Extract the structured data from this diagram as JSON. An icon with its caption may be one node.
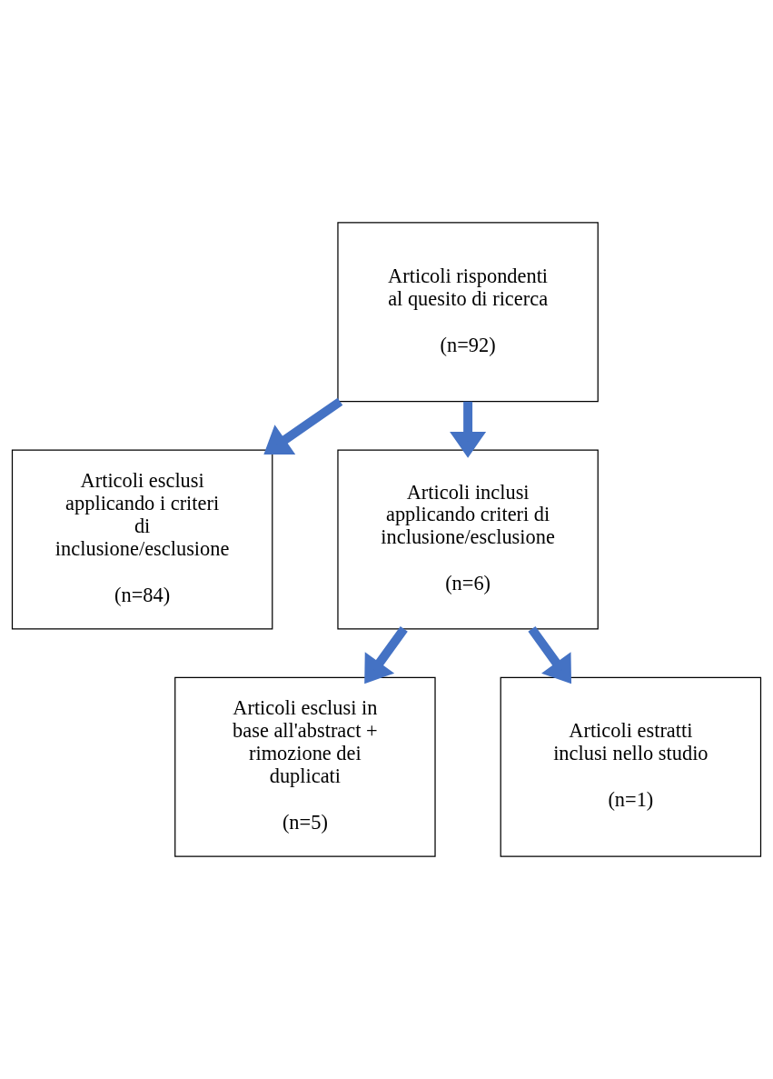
{
  "diagram": {
    "nodes": [
      {
        "text": [
          "Articoli rispondenti al quesito di ricerca",
          "(n=92)"
        ]
      },
      {
        "text": [
          "Articoli esclusi applicando i criteri di inclusione/esclusione",
          "(n=84)"
        ]
      },
      {
        "text": [
          "Articoli inclusi applicando criteri di inclusione/esclusione",
          "(n=6)"
        ]
      },
      {
        "text": [
          "Articoli esclusi in base all'abstract + rimozione dei duplicati",
          "(n=5)"
        ]
      },
      {
        "text": [
          "Articoli estratti inclusi nello studio",
          "(n=1)"
        ]
      }
    ],
    "edges": [
      {
        "from": 0,
        "to": 2,
        "arrow": "to"
      },
      {
        "from": 0,
        "to": 1,
        "arrow": "to"
      },
      {
        "from": 2,
        "to": 4,
        "arrow": "to"
      },
      {
        "from": 2,
        "to": 3,
        "arrow": "to"
      }
    ]
  }
}
